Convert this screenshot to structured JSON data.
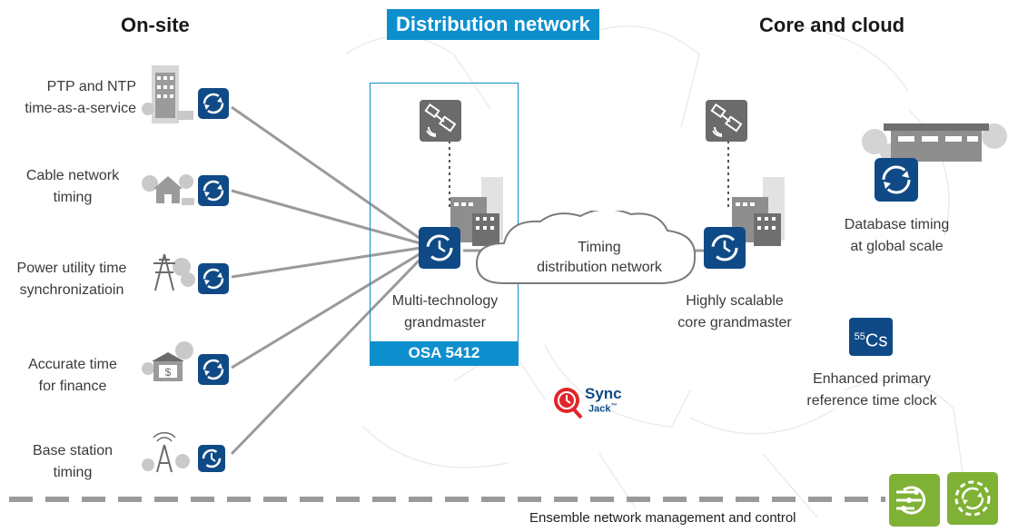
{
  "headers": {
    "onsite": "On-site",
    "distribution": "Distribution network",
    "core": "Core and cloud"
  },
  "onsite_items": [
    {
      "line1": "PTP and NTP",
      "line2": "time-as-a-service"
    },
    {
      "line1": "Cable network",
      "line2": "timing"
    },
    {
      "line1": "Power utility time",
      "line2": "synchronizatioin"
    },
    {
      "line1": "Accurate time",
      "line2": "for finance"
    },
    {
      "line1": "Base station",
      "line2": "timing"
    }
  ],
  "grandmaster": {
    "line1": "Multi-technology",
    "line2": "grandmaster",
    "product": "OSA 5412"
  },
  "cloud": {
    "line1": "Timing",
    "line2": "distribution network"
  },
  "core_grandmaster": {
    "line1": "Highly scalable",
    "line2": "core grandmaster"
  },
  "database": {
    "line1": "Database timing",
    "line2": "at global scale"
  },
  "cesium": {
    "symbol": "Cs",
    "superscript": "55",
    "line1": "Enhanced primary",
    "line2": "reference time clock"
  },
  "syncjack": {
    "line1": "Sync",
    "line2": "Jack",
    "tm": "™"
  },
  "ensemble": "Ensemble network management and control",
  "colors": {
    "blue_dark": "#0f4a86",
    "blue_accent": "#0d8fce",
    "green": "#7fb135",
    "line_gray": "#9a9a9a",
    "red": "#e0262b"
  }
}
